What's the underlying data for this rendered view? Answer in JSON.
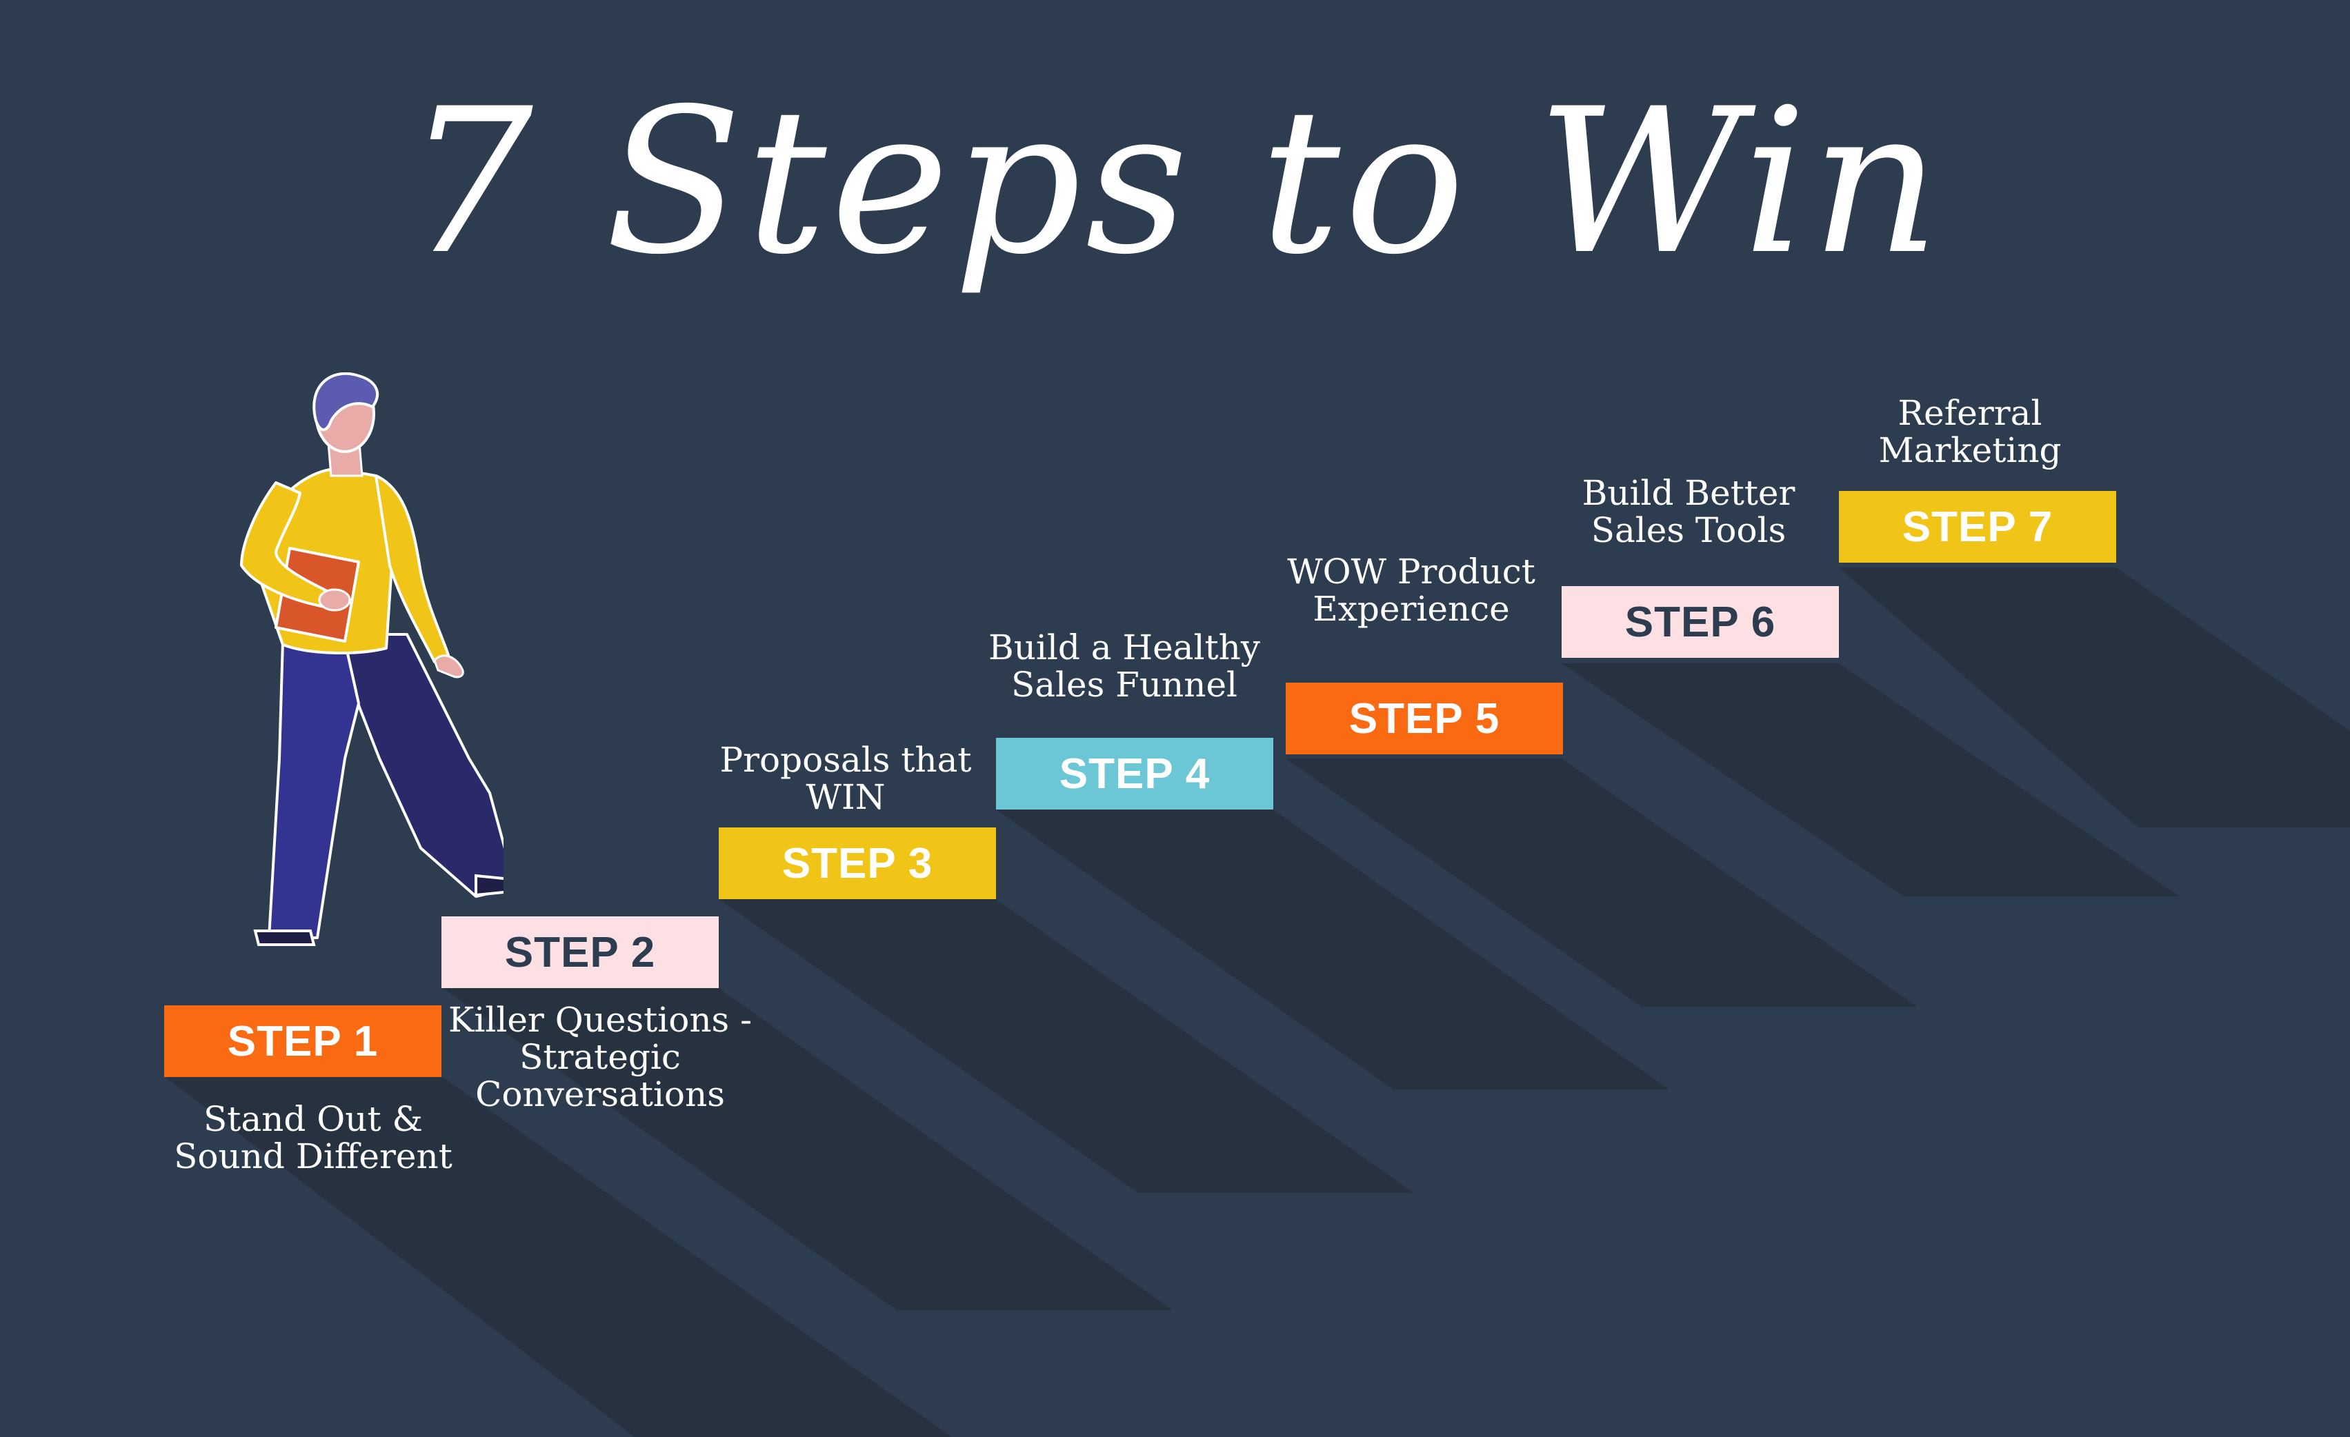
{
  "title": "7 Steps to Win",
  "colors": {
    "background": "#2d3d4f",
    "orange": "#fa6a12",
    "pink": "#fde0e4",
    "yellow": "#f1c518",
    "cyan": "#6bc6d5",
    "dark_text": "#2d3d4f",
    "light_text": "#ffffff"
  },
  "steps": [
    {
      "label": "STEP 1",
      "caption": "Stand Out &\nSound Different",
      "color": "orange"
    },
    {
      "label": "STEP 2",
      "caption": "Killer Questions -\nStrategic\nConversations",
      "color": "pink"
    },
    {
      "label": "STEP 3",
      "caption": "Proposals that\nWIN",
      "color": "yellow"
    },
    {
      "label": "STEP 4",
      "caption": "Build a Healthy\nSales Funnel",
      "color": "cyan"
    },
    {
      "label": "STEP 5",
      "caption": "WOW Product\nExperience",
      "color": "orange"
    },
    {
      "label": "STEP 6",
      "caption": "Build Better\nSales Tools",
      "color": "pink"
    },
    {
      "label": "STEP 7",
      "caption": "Referral\nMarketing",
      "color": "yellow"
    }
  ]
}
